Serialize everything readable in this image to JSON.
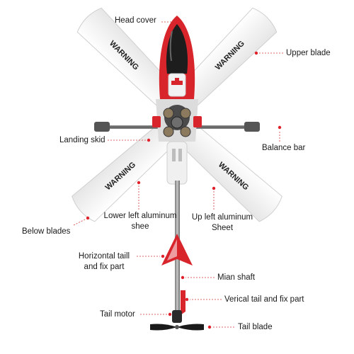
{
  "labels": {
    "head_cover": "Head cover",
    "upper_blade": "Upper blade",
    "landing_skid": "Landing skid",
    "balance_bar": "Balance bar",
    "lower_left_line1": "Lower left aluminum",
    "lower_left_line2": "shee",
    "up_left_line1": "Up left aluminum",
    "up_left_line2": "Sheet",
    "below_blades": "Below blades",
    "horizontal_tail_line1": "Horizontal taill",
    "horizontal_tail_line2": "and fix part",
    "main_shaft": "Mian shaft",
    "vertical_tail": "Verical tail and fix part",
    "tail_motor": "Tail motor",
    "tail_blade": "Tail blade"
  },
  "blade_text": "WARNING",
  "colors": {
    "marker": "#e0202a",
    "leader": "#d33a3a",
    "body_red": "#d8252c",
    "blade": "#f4f4f4"
  }
}
